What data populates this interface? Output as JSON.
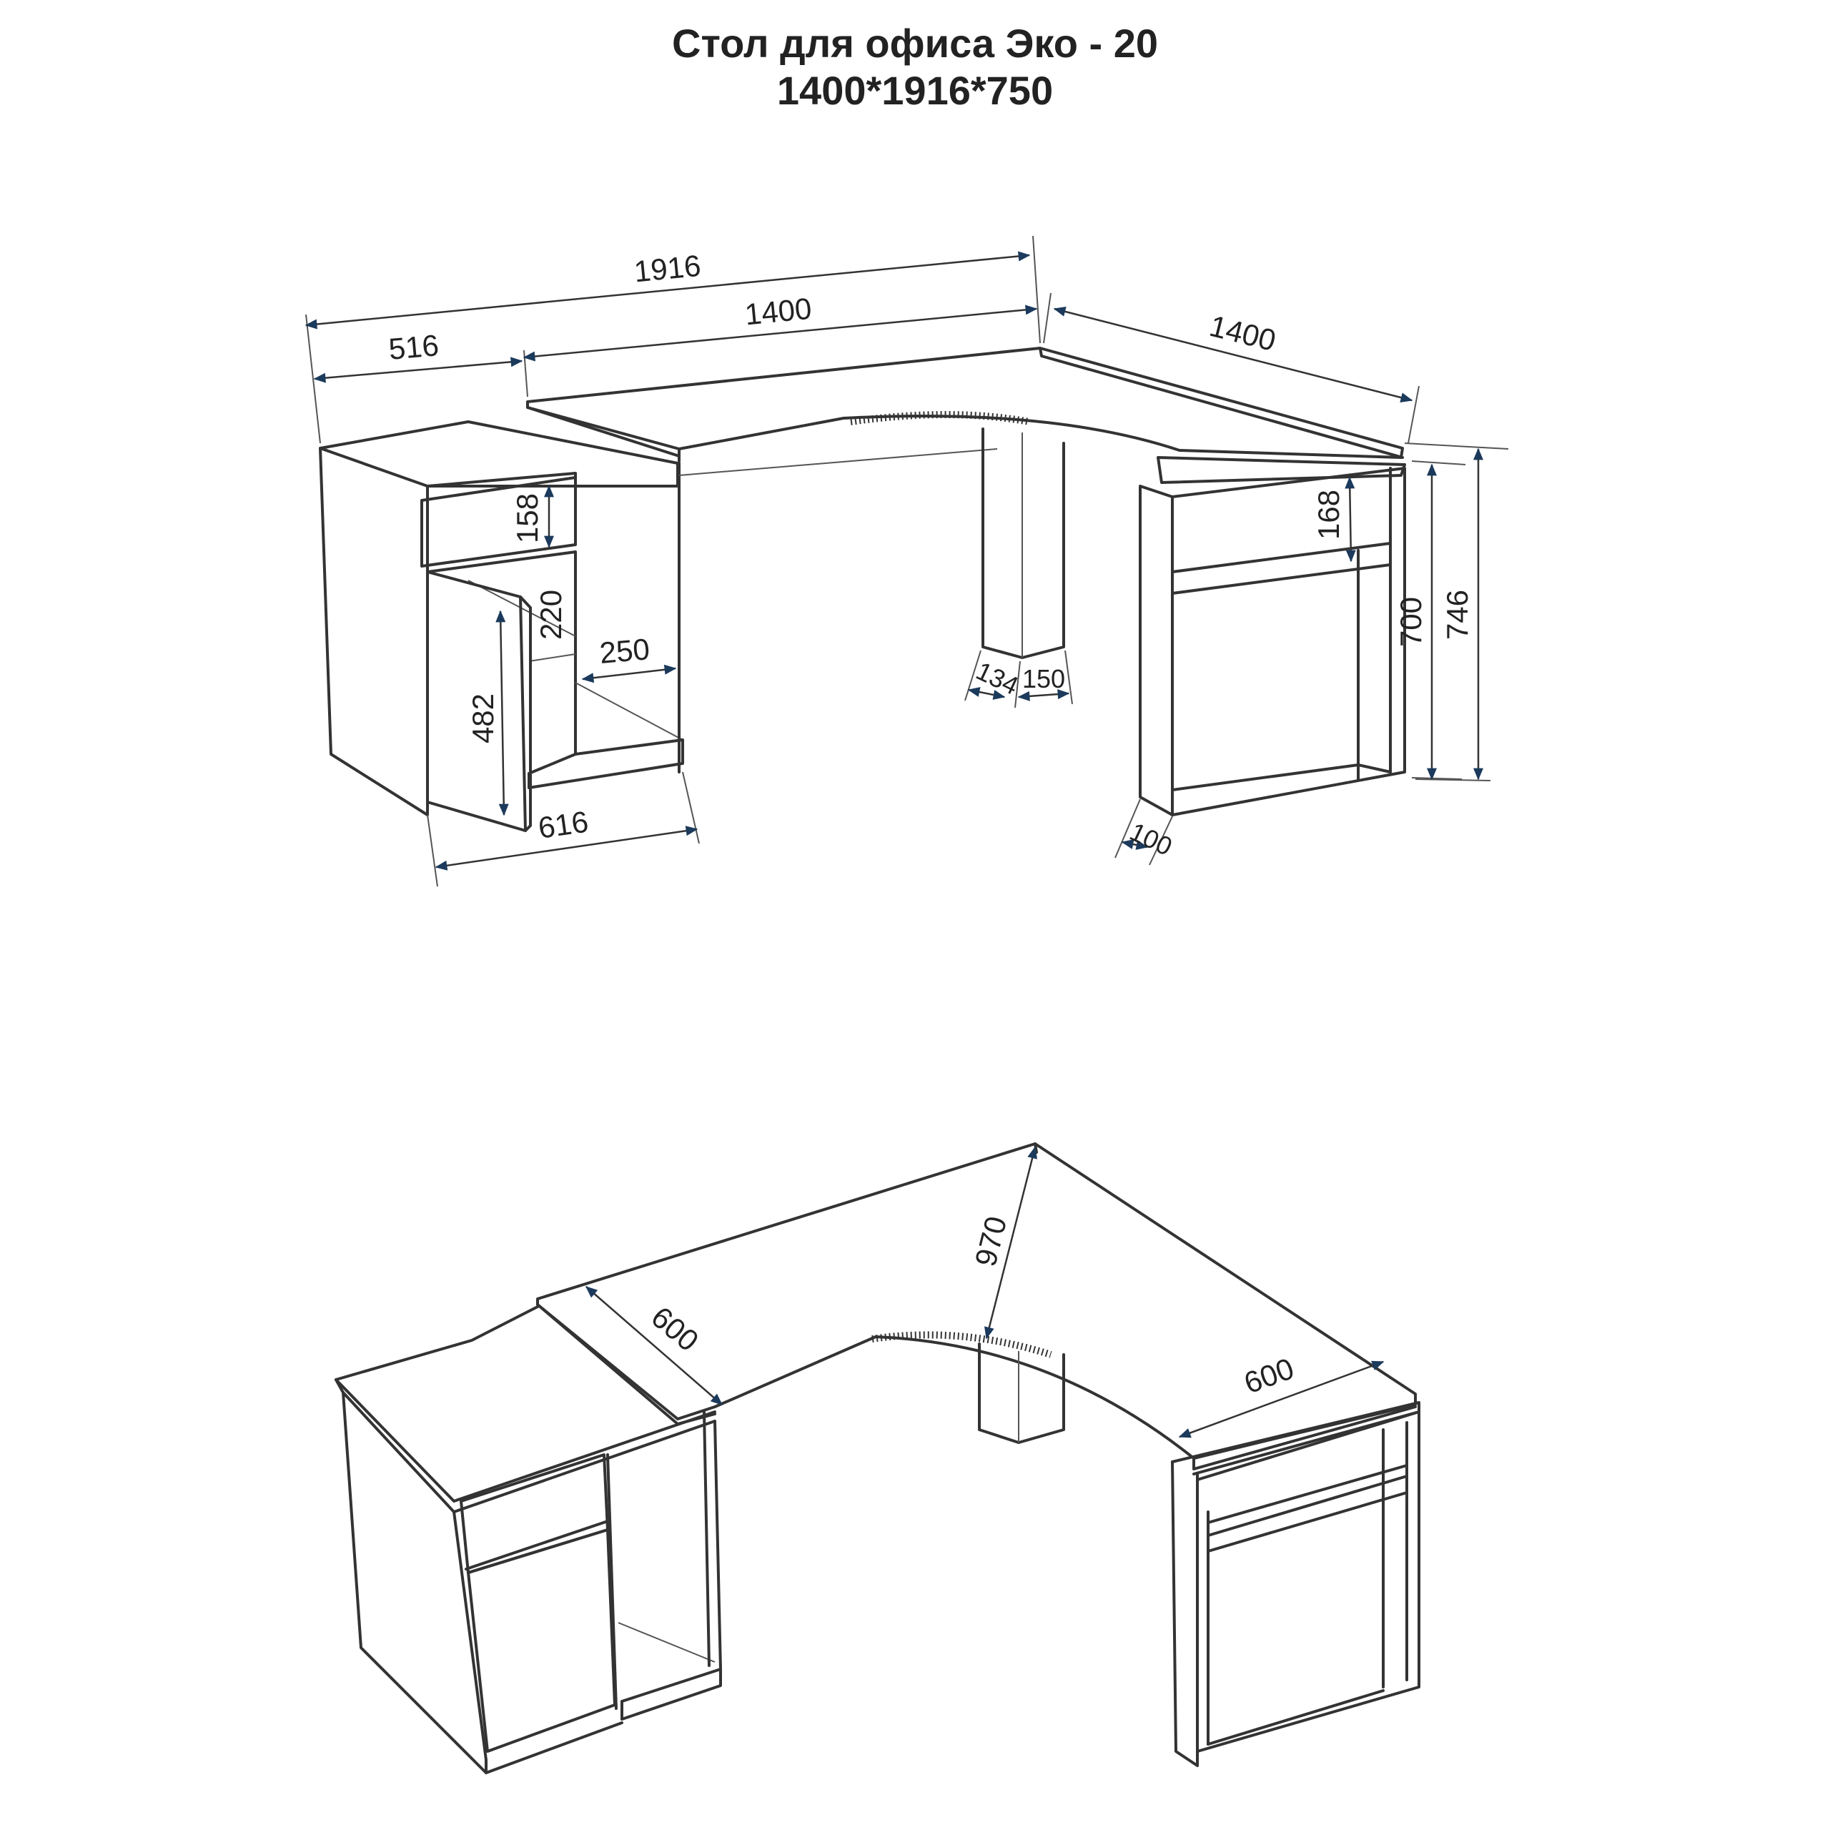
{
  "title": {
    "line1": "Стол для офиса Эко - 20",
    "line2": "1400*1916*750"
  },
  "colors": {
    "line": "#333333",
    "arrow": "#1b3a5c",
    "text": "#222222"
  },
  "top_view_dimensions": {
    "total_width": "1916",
    "top_width": "1400",
    "cabinet_width": "516",
    "right_wing": "1400",
    "drawer_height": "158",
    "shelf_gap": "220",
    "door_height": "482",
    "niche_width": "250",
    "leg_depth": "134",
    "leg_width": "150",
    "right_drawer": "168",
    "height_inner": "700",
    "height_total": "746",
    "cabinet_depth": "616",
    "frame_depth": "100"
  },
  "bottom_view_dimensions": {
    "left_depth": "600",
    "diagonal": "970",
    "right_depth": "600"
  }
}
